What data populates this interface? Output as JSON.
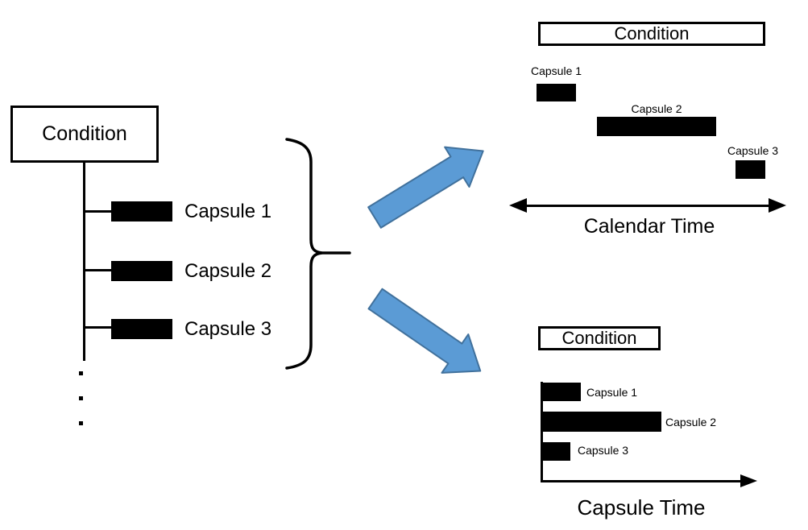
{
  "colors": {
    "bar_fill": "#000000",
    "line": "#000000",
    "arrow_fill": "#5B9BD5",
    "arrow_stroke": "#41719C"
  },
  "left_tree": {
    "condition_label": "Condition",
    "capsules": [
      {
        "label": "Capsule 1"
      },
      {
        "label": "Capsule 2"
      },
      {
        "label": "Capsule 3"
      }
    ],
    "ellipsis": "..."
  },
  "transform_arrows": {
    "top_arrow_icon": "block-arrow-up-right",
    "bottom_arrow_icon": "block-arrow-down-right",
    "grouping_icon": "right-curly-brace"
  },
  "calendar_panel": {
    "condition_label": "Condition",
    "capsules": [
      {
        "label": "Capsule 1"
      },
      {
        "label": "Capsule 2"
      },
      {
        "label": "Capsule 3"
      }
    ],
    "axis_label": "Calendar Time"
  },
  "capsule_panel": {
    "condition_label": "Condition",
    "capsules": [
      {
        "label": "Capsule 1"
      },
      {
        "label": "Capsule 2"
      },
      {
        "label": "Capsule 3"
      }
    ],
    "axis_label": "Capsule Time"
  }
}
